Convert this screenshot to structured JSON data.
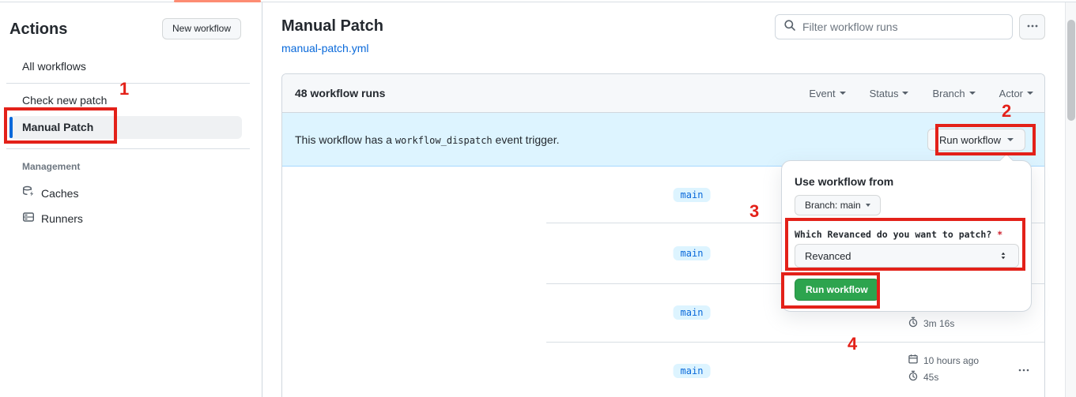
{
  "colors": {
    "annotation_red": "#e32119",
    "accent_blue": "#0969da",
    "success_green": "#2da44e",
    "banner_blue": "#ddf4ff",
    "tab_underline": "#fd8c73"
  },
  "annotations": {
    "steps": [
      "1",
      "2",
      "3",
      "4"
    ]
  },
  "sidebar": {
    "title": "Actions",
    "new_workflow_button": "New workflow",
    "all_workflows": "All workflows",
    "workflows": [
      {
        "label": "Check new patch"
      },
      {
        "label": "Manual Patch"
      }
    ],
    "management_header": "Management",
    "caches": "Caches",
    "runners": "Runners"
  },
  "main": {
    "title": "Manual Patch",
    "workflow_file": "manual-patch.yml",
    "filter_placeholder": "Filter workflow runs"
  },
  "runs": {
    "count": "48 workflow runs",
    "filters": [
      "Event",
      "Status",
      "Branch",
      "Actor"
    ],
    "banner": {
      "prefix": "This workflow has a",
      "code": "workflow_dispatch",
      "suffix": "event trigger.",
      "button": "Run workflow"
    },
    "rows": [
      {
        "branch": "main"
      },
      {
        "branch": "main"
      },
      {
        "branch": "main",
        "duration": "3m 16s"
      },
      {
        "branch": "main",
        "time": "10 hours ago",
        "duration": "45s"
      }
    ]
  },
  "popover": {
    "heading": "Use workflow from",
    "branch_selector": "Branch: main",
    "input_label": "Which Revanced do you want to patch?",
    "required_mark": "*",
    "input_value": "Revanced",
    "submit": "Run workflow"
  }
}
